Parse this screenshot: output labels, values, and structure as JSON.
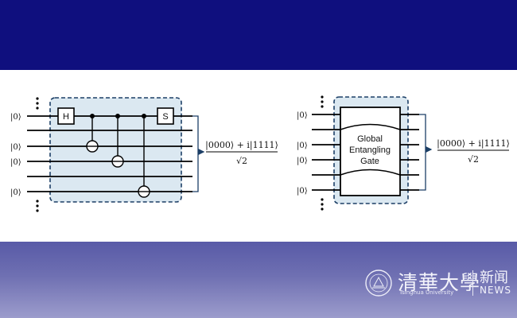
{
  "figure": {
    "ket_zero": "|0⟩",
    "left_circuit": {
      "gates": {
        "hadamard": "H",
        "phase": "S"
      }
    },
    "right_circuit": {
      "global_gate_lines": [
        "Global",
        "Entangling",
        "Gate"
      ]
    },
    "output_state": {
      "numerator": "|0000⟩ + i|1111⟩",
      "denominator": "√2"
    }
  },
  "branding": {
    "university_name": "清華大學",
    "university_subtitle": "Tsinghua University",
    "news_cn": "新闻",
    "news_en": "NEWS"
  },
  "colors": {
    "top_band": "#0f0f7e",
    "box_fill": "#dbe8f1",
    "box_border": "#1c3f66",
    "bottom_band": "#6f70b2"
  }
}
